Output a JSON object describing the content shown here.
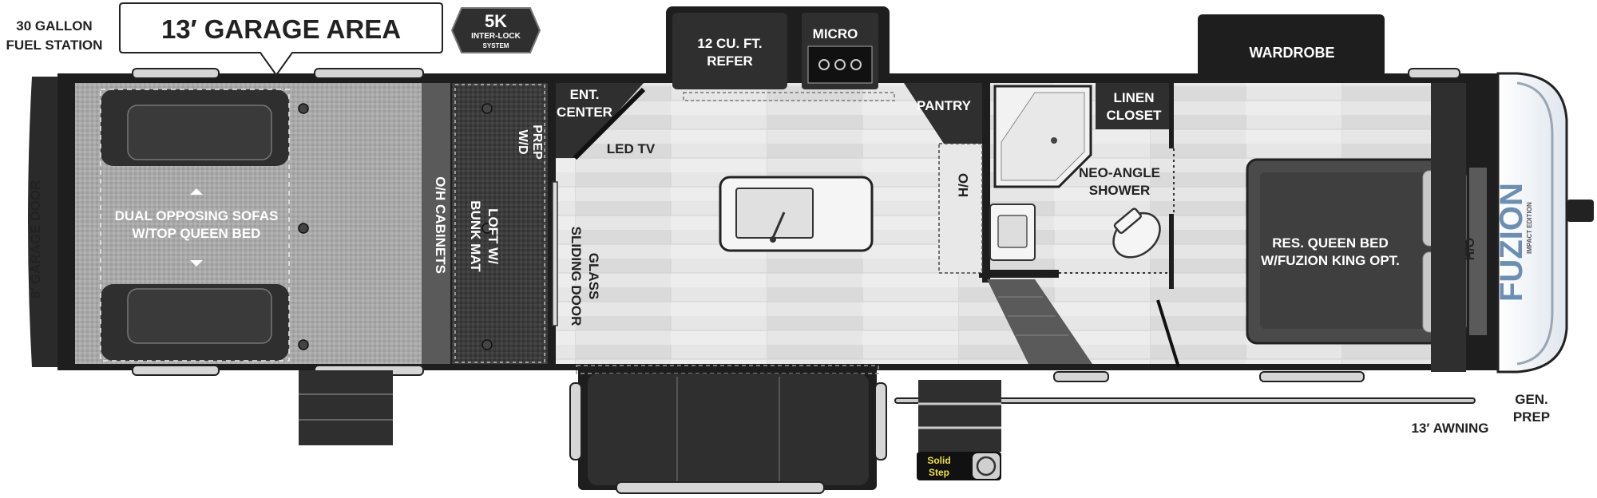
{
  "labels": {
    "fuel_station": [
      "30 GALLON",
      "FUEL STATION"
    ],
    "garage_area": "13′ GARAGE AREA",
    "garage_door": "8′ GARAGE DOOR",
    "sofas": [
      "DUAL OPPOSING SOFAS",
      "W/TOP QUEEN BED"
    ],
    "oh_cabinets": "O/H CABINETS",
    "loft": [
      "LOFT W/",
      "BUNK MAT"
    ],
    "wd_prep": [
      "W/D",
      "PREP"
    ],
    "ent_center": [
      "ENT.",
      "CENTER"
    ],
    "led_tv": "LED TV",
    "refer": [
      "12 CU. FT.",
      "REFER"
    ],
    "micro": "MICRO",
    "glass_door": [
      "GLASS",
      "SLIDING DOOR"
    ],
    "pantry": "PANTRY",
    "ho_bath": "H/O",
    "linen": [
      "LINEN",
      "CLOSET"
    ],
    "shower": [
      "NEO-ANGLE",
      "SHOWER"
    ],
    "wardrobe": "WARDROBE",
    "bed": [
      "RES. QUEEN BED",
      "W/FUZION KING OPT."
    ],
    "ho_bed": "H/O",
    "gen_prep": [
      "GEN.",
      "PREP"
    ],
    "awning": "13′ AWNING"
  },
  "logos": {
    "interlock": [
      "5K",
      "INTER-LOCK",
      "SYSTEM"
    ],
    "solid_step": [
      "Solid",
      "Step"
    ],
    "brand": [
      "FUZION",
      "IMPACT EDITION"
    ]
  },
  "colors": {
    "outline": "#1e1e1e",
    "garage_floor": "#a8a8a8",
    "living_floor": "#e4e4e4",
    "dark_furniture": "#2f2f2f",
    "cabinet_gray": "#5a5a5a",
    "bed_gray": "#4a4a4a"
  }
}
